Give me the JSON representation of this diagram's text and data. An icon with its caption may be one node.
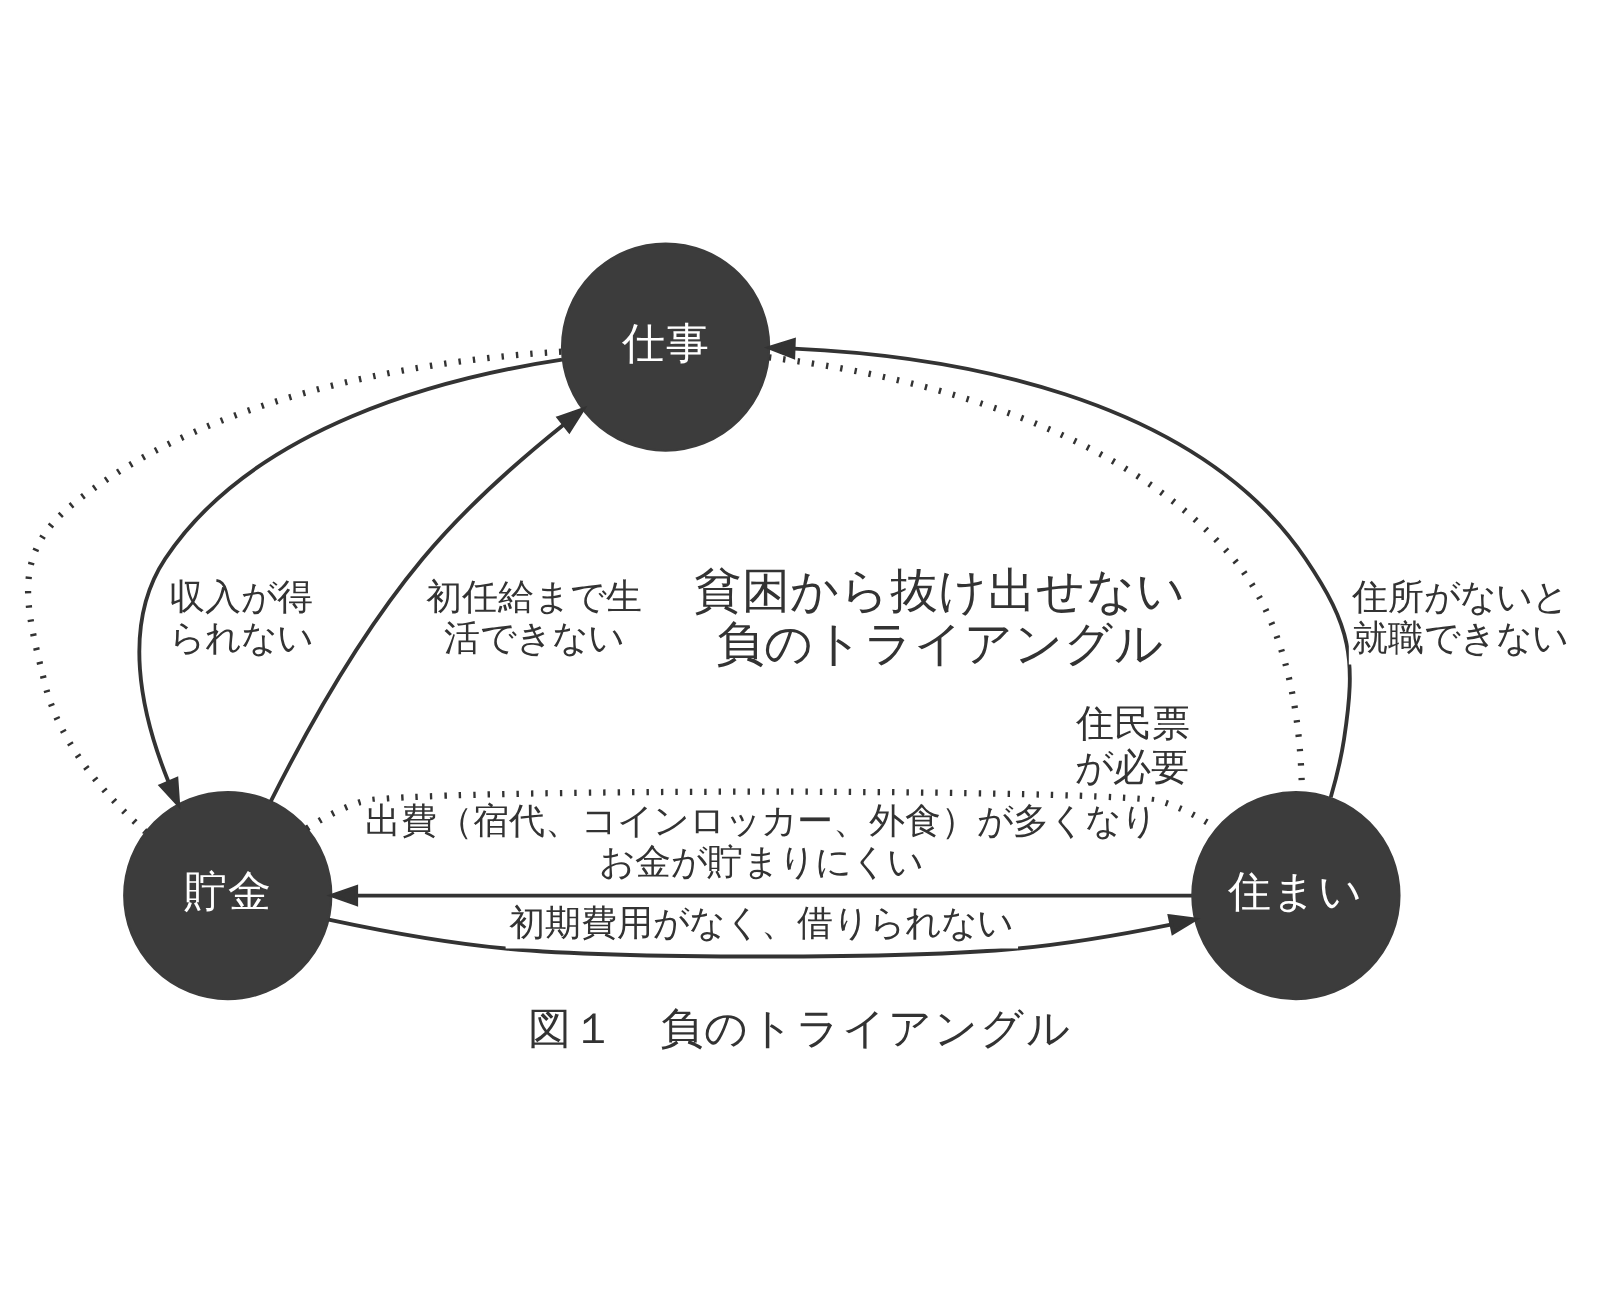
{
  "diagram": {
    "caption": "図１　負のトライアングル",
    "nodes": [
      {
        "text": [
          "仕事"
        ]
      },
      {
        "text": [
          "貯金"
        ]
      },
      {
        "text": [
          "住まい"
        ],
        "beside": [
          "住民票が必要"
        ]
      }
    ],
    "edges": [
      {
        "from": 0,
        "to": 1,
        "arrow": "none",
        "style": "dashed"
      },
      {
        "from": 0,
        "to": 2,
        "arrow": "none",
        "style": "dashed"
      },
      {
        "from": 1,
        "to": 2,
        "arrow": "none",
        "style": "dashed"
      },
      {
        "from": 0,
        "to": 1,
        "arrow": "to",
        "label": "収入が得られない"
      },
      {
        "from": 1,
        "to": 0,
        "arrow": "to",
        "label": "初任給まで生活できない"
      },
      {
        "from": 2,
        "to": 0,
        "arrow": "to",
        "label": "住所がないと就職できない"
      },
      {
        "from": 1,
        "to": 2,
        "arrow": "to",
        "label": "初期費用がなく、借りられない"
      },
      {
        "from": 2,
        "to": 1,
        "arrow": "to",
        "label": "出費（宿代、コインロッカー、外食）が多くなりお金が貯まりにくい"
      }
    ],
    "labels": [
      "貧困から抜け出せない負のトライアングル"
    ]
  }
}
